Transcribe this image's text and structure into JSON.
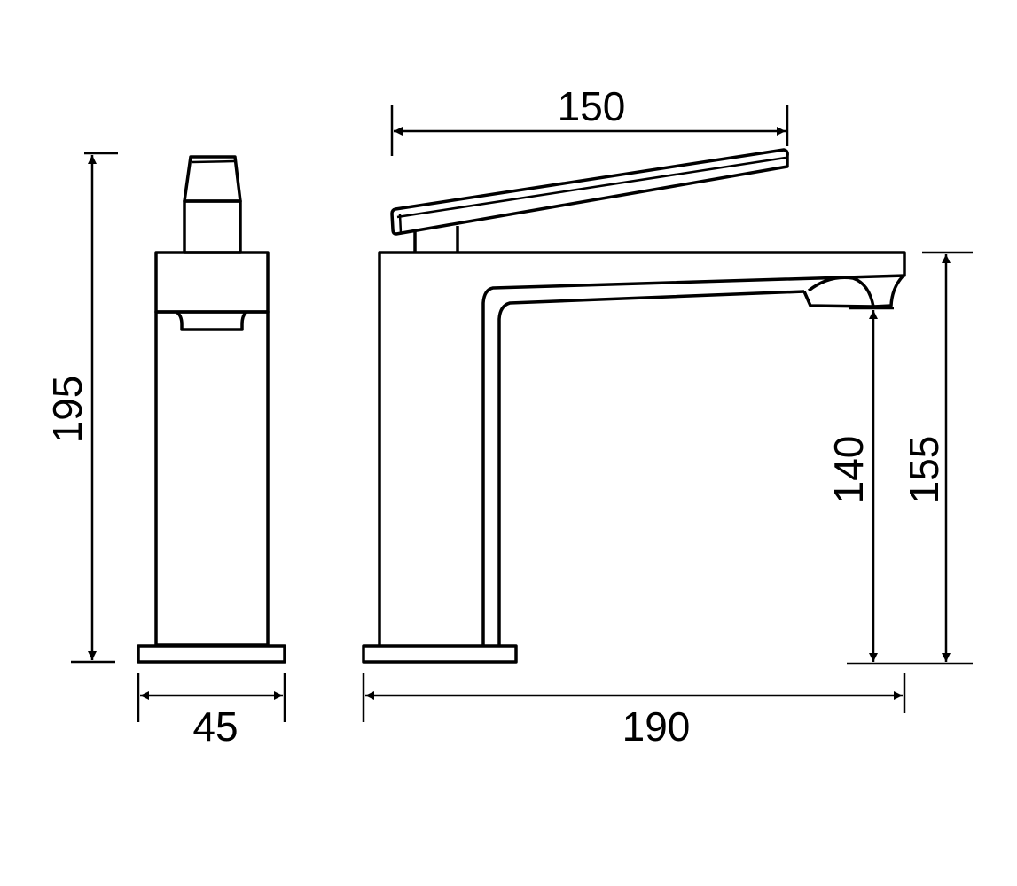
{
  "dimensions": {
    "total_height": "195",
    "base_width": "45",
    "lever_length": "150",
    "total_length": "190",
    "spout_outlet_height": "140",
    "body_height": "155"
  }
}
